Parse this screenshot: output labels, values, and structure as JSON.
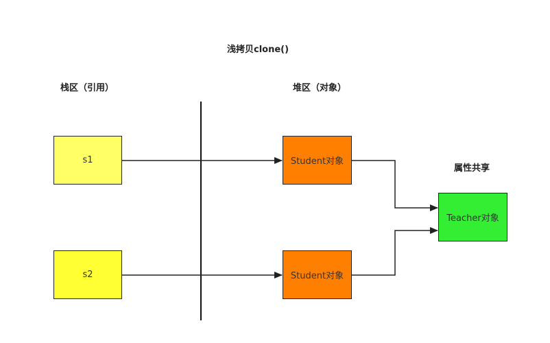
{
  "title": "浅拷贝clone()",
  "stack_label": "栈区（引用）",
  "heap_label": "堆区（对象）",
  "shared_label": "属性共享",
  "refs": {
    "s1": "s1",
    "s2": "s2"
  },
  "objects": {
    "student1": "Student对象",
    "student2": "Student对象",
    "teacher": "Teacher对象"
  },
  "colors": {
    "ref": "#ffff66",
    "student": "#ff8000",
    "teacher": "#33ee33",
    "line": "#222222"
  }
}
